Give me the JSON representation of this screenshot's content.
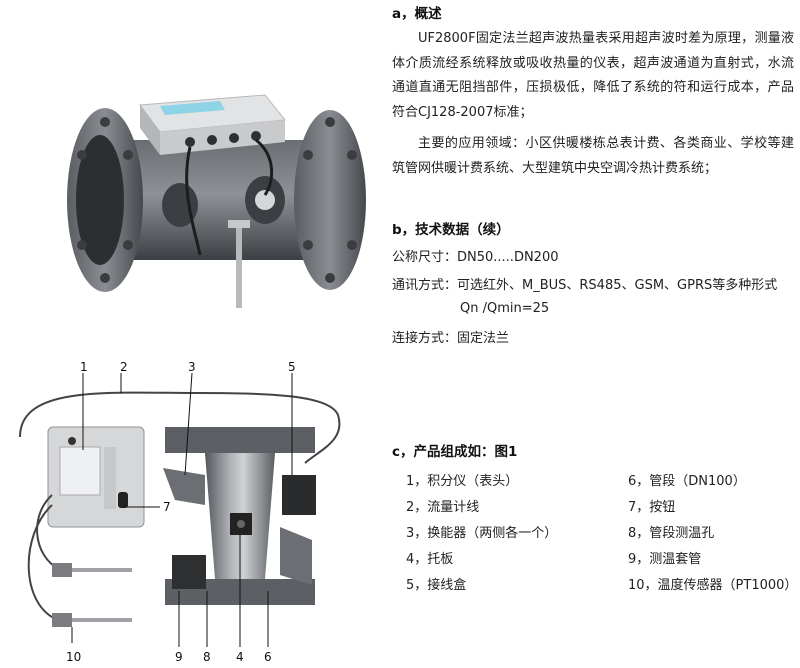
{
  "section_a": {
    "heading": "a，概述",
    "para1": "UF2800F固定法兰超声波热量表采用超声波时差为原理，测量液体介质流经系统释放或吸收热量的仪表，超声波通道为直射式，水流通道直通无阻挡部件，压损极低，降低了系统的符和运行成本，产品符合CJ128-2007标准；",
    "para2": "主要的应用领域：小区供暖楼栋总表计费、各类商业、学校等建筑管网供暖计费系统、大型建筑中央空调冷热计费系统；"
  },
  "section_b": {
    "heading": "b，技术数据（续）",
    "rows": [
      "公称尺寸：DN50.....DN200",
      "通讯方式：可选红外、M_BUS、RS485、GSM、GPRS等多种形式",
      "Qn  /Qmin=25",
      "连接方式：固定法兰"
    ]
  },
  "section_c": {
    "heading": "c，产品组成如：图1",
    "left_items": [
      "1，积分仪（表头）",
      "2，流量计线",
      "3，换能器（两侧各一个）",
      "4，托板",
      "5，接线盒"
    ],
    "right_items": [
      "6，管段（DN100）",
      "7，按钮",
      "8，管段测温孔",
      "9，测温套管",
      "10，温度传感器（PT1000）"
    ]
  },
  "callouts": [
    "1",
    "2",
    "3",
    "5",
    "7",
    "9",
    "8",
    "4",
    "6",
    "10"
  ],
  "colors": {
    "pipe": "#4d5055",
    "pipe_light": "#8a8d92",
    "meter_body": "#d9dadb",
    "display": "#8fd3e6"
  }
}
